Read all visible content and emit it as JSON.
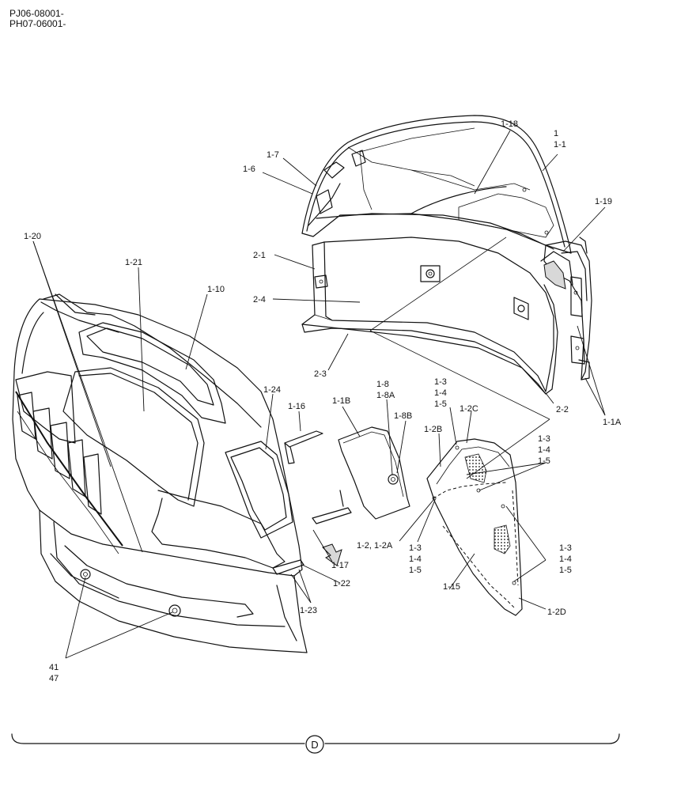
{
  "header": {
    "serials": [
      "PJ06-08001-",
      "PH07-06001-"
    ]
  },
  "parts": {
    "p1": "1",
    "p1_1": "1-1",
    "p1_18": "1-18",
    "p1_7": "1-7",
    "p1_6": "1-6",
    "p1_19": "1-19",
    "p2_1": "2-1",
    "p2_4": "2-4",
    "p2_3": "2-3",
    "p2_2": "2-2",
    "p1_1A": "1-1A",
    "p1_20": "1-20",
    "p1_21": "1-21",
    "p1_10": "1-10",
    "p1_24": "1-24",
    "p1_16": "1-16",
    "p1_1B": "1-1B",
    "p1_8": "1-8",
    "p1_8A": "1-8A",
    "p1_8B": "1-8B",
    "p1_3a": "1-3",
    "p1_4a": "1-4",
    "p1_5a": "1-5",
    "p1_2C": "1-2C",
    "p1_2B": "1-2B",
    "p1_3b": "1-3",
    "p1_4b": "1-4",
    "p1_5b": "1-5",
    "p1_2_2A": "1-2, 1-2A",
    "p1_3c": "1-3",
    "p1_4c": "1-4",
    "p1_5c": "1-5",
    "p1_3d": "1-3",
    "p1_4d": "1-4",
    "p1_5d": "1-5",
    "p1_17": "1-17",
    "p1_22": "1-22",
    "p1_23": "1-23",
    "p1_15": "1-15",
    "p1_2D": "1-2D",
    "p41": "41",
    "p47": "47"
  },
  "footer": {
    "section_marker": "D"
  }
}
